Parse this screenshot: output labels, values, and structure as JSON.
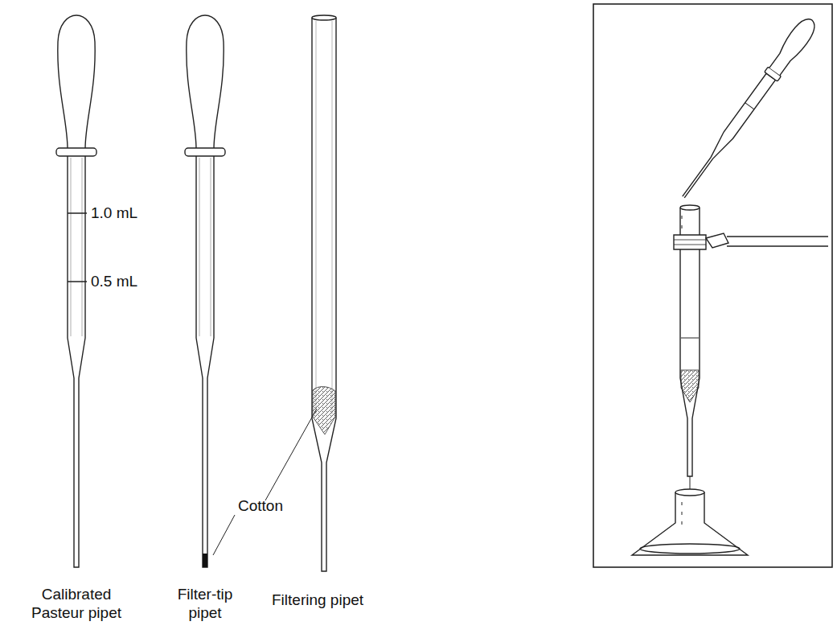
{
  "diagram": {
    "labels": [
      "1.0 mL",
      "0.5 mL",
      "Cotton",
      "Calibrated Pasteur pipet",
      "Filter-tip pipet",
      "Filtering pipet"
    ]
  }
}
